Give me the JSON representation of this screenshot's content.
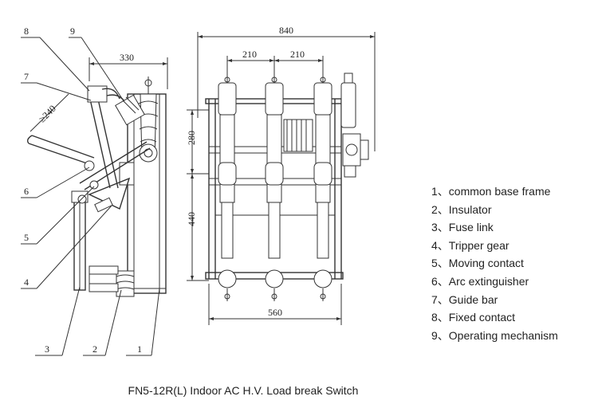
{
  "diagram": {
    "dimensions": {
      "overall_width": "840",
      "phase_spacing_left": "210",
      "phase_spacing_right": "210",
      "side_depth": "330",
      "angle_clearance": "≥240",
      "upper_height": "280",
      "lower_height": "440",
      "base_width": "560"
    },
    "callouts": [
      "8",
      "9",
      "7",
      "6",
      "5",
      "4",
      "3",
      "2",
      "1"
    ]
  },
  "legend": {
    "items": [
      "1、common base frame",
      "2、Insulator",
      "3、Fuse link",
      "4、Tripper gear",
      "5、Moving contact",
      "6、Arc extinguisher",
      "7、Guide bar",
      "8、Fixed contact",
      "9、Operating mechanism"
    ]
  },
  "caption": "FN5-12R(L) Indoor AC H.V. Load break Switch"
}
